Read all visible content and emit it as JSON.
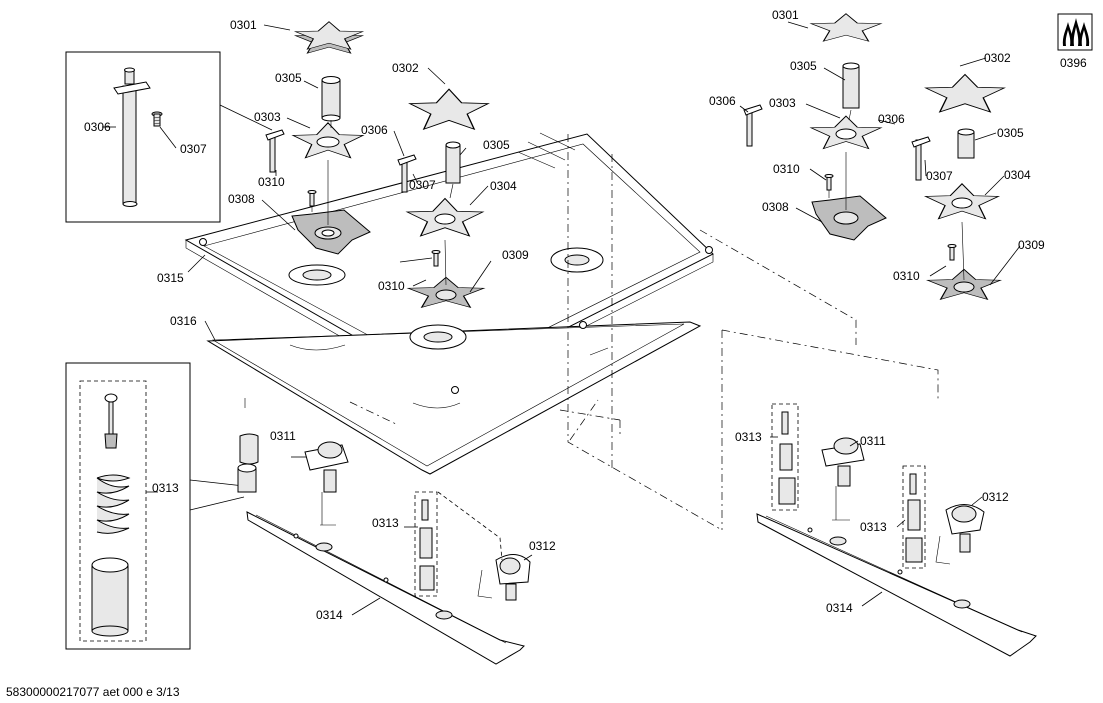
{
  "callouts": {
    "l_0301": "0301",
    "l_0305": "0305",
    "l_0303": "0303",
    "l_0306": "0306",
    "l_0307": "0307",
    "l_0310": "0310",
    "l_0308": "0308",
    "l_0315": "0315",
    "l_0316": "0316",
    "l_0302": "0302",
    "l_0306b": "0306",
    "l_0305b": "0305",
    "l_0307b": "0307",
    "l_0304": "0304",
    "l_0310b": "0310",
    "l_0309": "0309",
    "l_0311": "0311",
    "l_0313a": "0313",
    "l_0313b": "0313",
    "l_0312": "0312",
    "l_0314": "0314",
    "r_0301": "0301",
    "r_0302": "0302",
    "r_0305": "0305",
    "r_0306": "0306",
    "r_0303": "0303",
    "r_0306b": "0306",
    "r_0305b": "0305",
    "r_0307": "0307",
    "r_0310": "0310",
    "r_0308": "0308",
    "r_0304": "0304",
    "r_0309": "0309",
    "r_0310b": "0310",
    "r_0313a": "0313",
    "r_0311": "0311",
    "r_0312": "0312",
    "r_0313b": "0313",
    "r_0314": "0314",
    "r_0396": "0396"
  },
  "footer": {
    "document_code": "58300000217077 aet 000 e 3/13"
  },
  "icons": {
    "gas_flame": "gas-flame-icon"
  }
}
